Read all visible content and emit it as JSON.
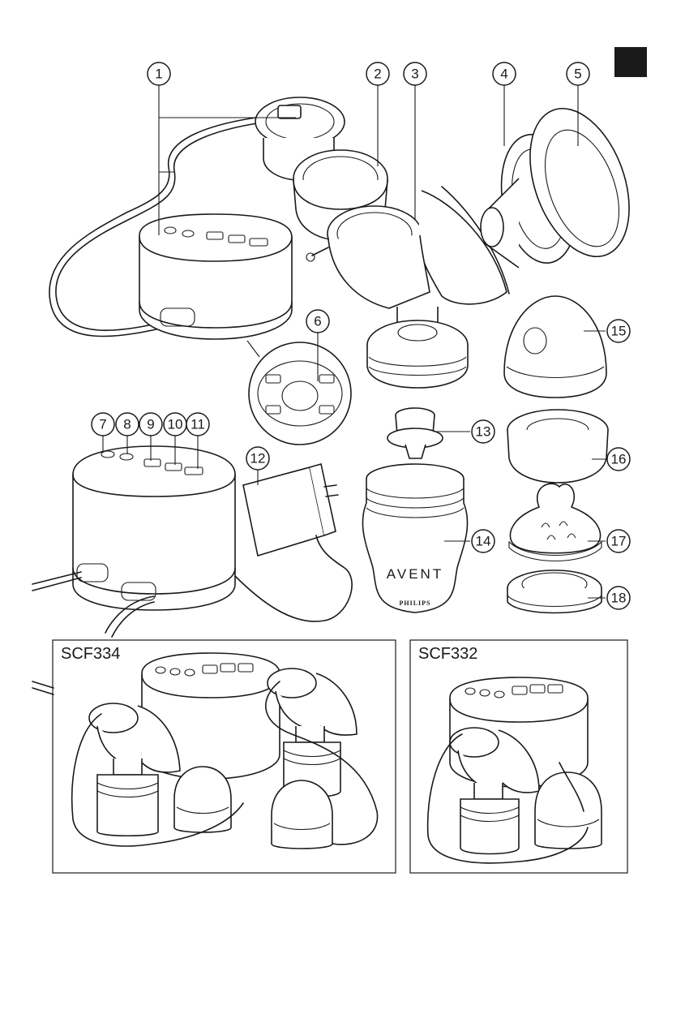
{
  "callouts": [
    {
      "id": "1",
      "label": "1"
    },
    {
      "id": "2",
      "label": "2"
    },
    {
      "id": "3",
      "label": "3"
    },
    {
      "id": "4",
      "label": "4"
    },
    {
      "id": "5",
      "label": "5"
    },
    {
      "id": "6",
      "label": "6"
    },
    {
      "id": "7",
      "label": "7"
    },
    {
      "id": "8",
      "label": "8"
    },
    {
      "id": "9",
      "label": "9"
    },
    {
      "id": "10",
      "label": "10"
    },
    {
      "id": "11",
      "label": "11"
    },
    {
      "id": "12",
      "label": "12"
    },
    {
      "id": "13",
      "label": "13"
    },
    {
      "id": "14",
      "label": "14"
    },
    {
      "id": "15",
      "label": "15"
    },
    {
      "id": "16",
      "label": "16"
    },
    {
      "id": "17",
      "label": "17"
    },
    {
      "id": "18",
      "label": "18"
    }
  ],
  "bottle": {
    "brand": "AVENT",
    "maker": "PHILIPS"
  },
  "models": {
    "double": "SCF334",
    "single": "SCF332"
  },
  "language_tab_color": "#1a1a1a"
}
